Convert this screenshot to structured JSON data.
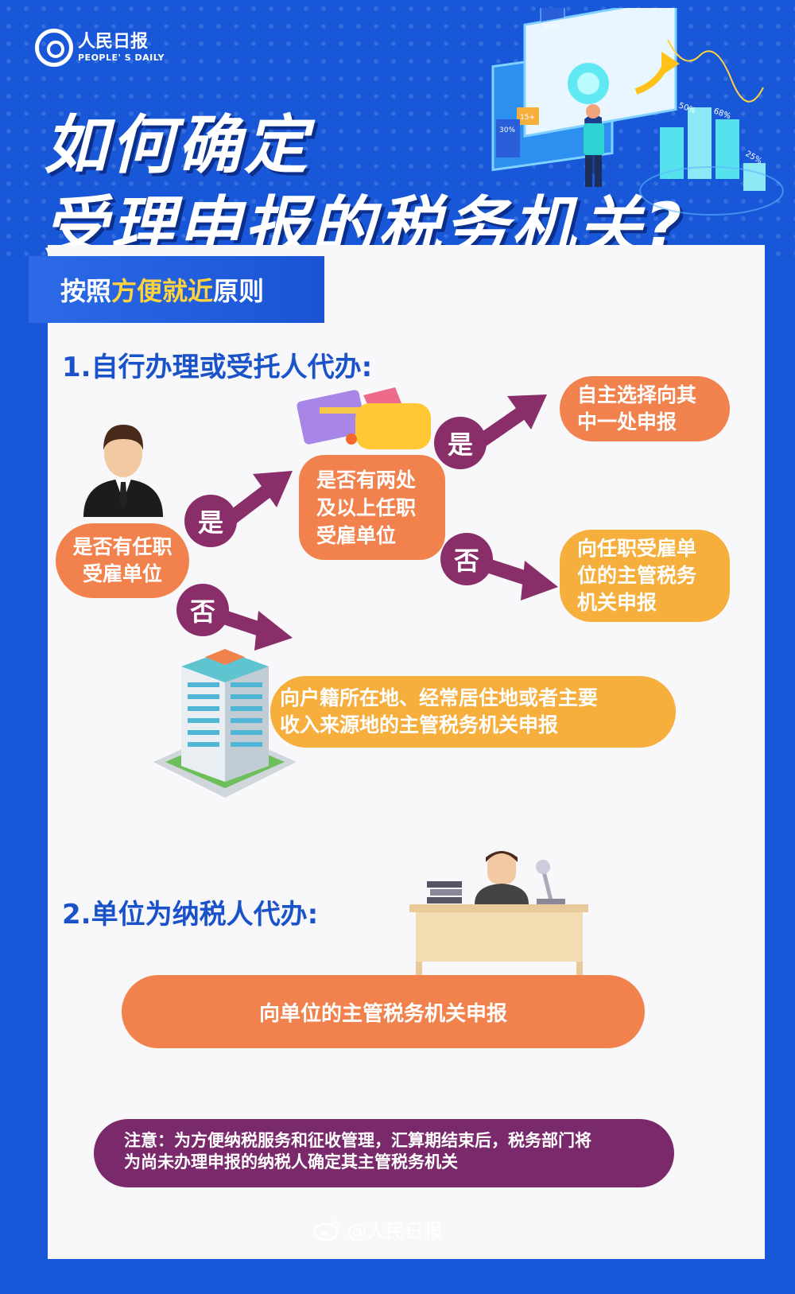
{
  "brand": {
    "name": "人民日报",
    "en": "PEOPLE' S DAILY"
  },
  "title": {
    "line1": "如何确定",
    "line2": "受理申报的税务机关?"
  },
  "hero": {
    "labels": [
      "2.6x",
      "15+",
      "30%",
      "50%",
      "68%",
      "25%"
    ]
  },
  "rule": {
    "prefix": "按照",
    "highlight": "方便就近",
    "suffix": "原则"
  },
  "section1": {
    "title": "1.自行办理或受托人代办:",
    "q_employed": [
      "是否有任职",
      "受雇单位"
    ],
    "q_multiple": [
      "是否有两处",
      "及以上任职",
      "受雇单位"
    ],
    "yes": "是",
    "no": "否",
    "result_choose": [
      "自主选择向其",
      "中一处申报"
    ],
    "result_employer": [
      "向任职受雇单",
      "位的主管税务",
      "机关申报"
    ],
    "result_residence": [
      "向户籍所在地、经常居住地或者主要",
      "收入来源地的主管税务机关申报"
    ]
  },
  "section2": {
    "title": "2.单位为纳税人代办:",
    "result": "向单位的主管税务机关申报"
  },
  "note": {
    "line1": "注意：为方便纳税服务和征收管理，汇算期结束后，税务部门将",
    "line2": "为尚未办理申报的纳税人确定其主管税务机关"
  },
  "footer": {
    "handle": "@人民日报"
  },
  "colors": {
    "blue": "#1858d8",
    "orange": "#f2824d",
    "amber": "#f6ae3c",
    "purple": "#8a2e6a",
    "section_blue": "#1a52c9"
  }
}
